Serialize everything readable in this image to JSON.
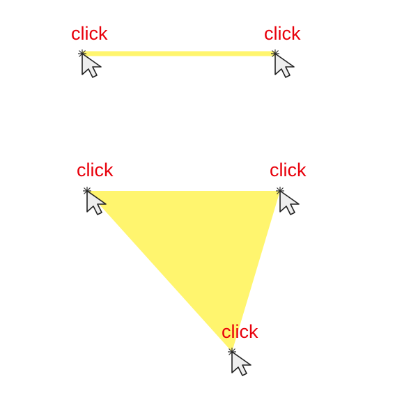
{
  "colors": {
    "fill": "#fff56e",
    "label": "#e8000b",
    "cursor_fill": "#eeeeee",
    "cursor_stroke": "#222222",
    "marker": "#333333"
  },
  "icons": {
    "cursor": "mouse-pointer-arrow-icon",
    "marker": "asterisk-click-point-icon"
  },
  "line_example": {
    "clicks": [
      {
        "label": "click"
      },
      {
        "label": "click"
      }
    ]
  },
  "triangle_example": {
    "clicks": [
      {
        "label": "click"
      },
      {
        "label": "click"
      },
      {
        "label": "click"
      }
    ]
  }
}
